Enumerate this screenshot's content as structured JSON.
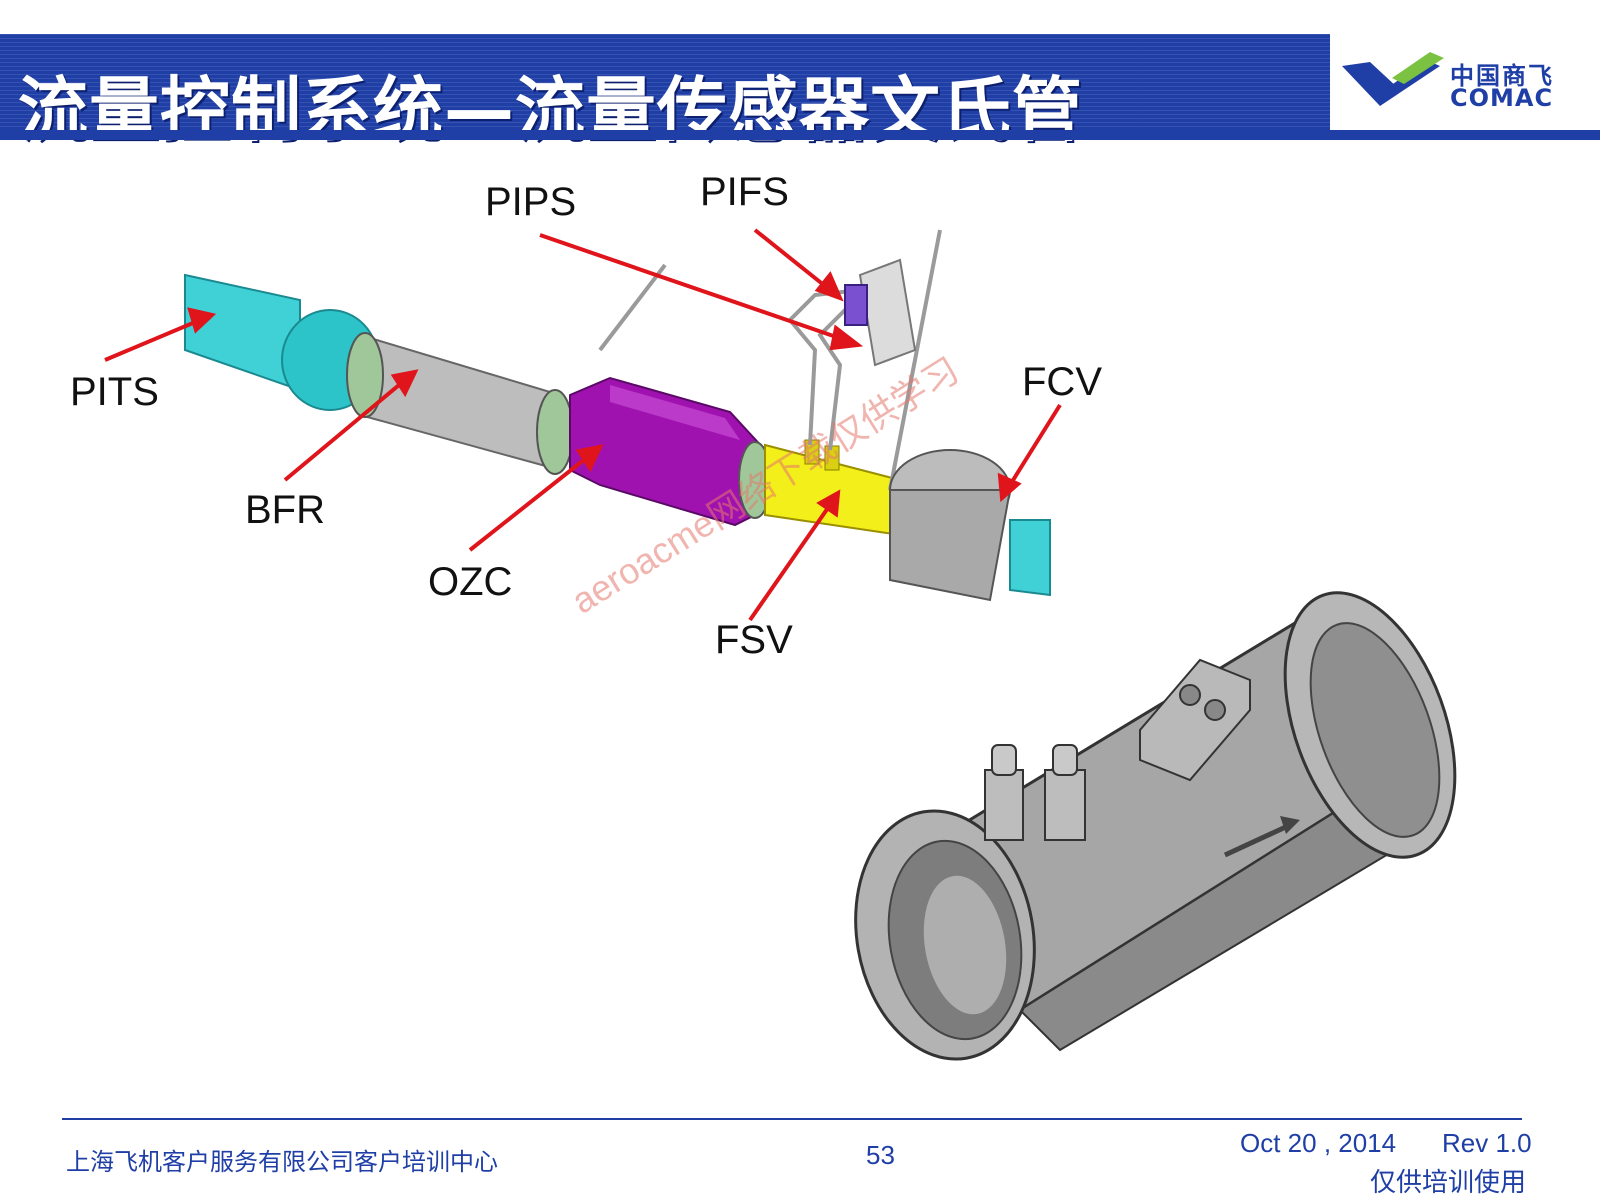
{
  "slide": {
    "title": "流量控制系统—流量传感器文氏管",
    "page_number": "53"
  },
  "logo": {
    "cn": "中国商飞",
    "en": "COMAC",
    "colors": {
      "primary": "#1f3fa6",
      "accent": "#7cc242"
    }
  },
  "callouts": {
    "pips": "PIPS",
    "pifs": "PIFS",
    "pits": "PITS",
    "bfr": "BFR",
    "ozc": "OZC",
    "fsv": "FSV",
    "fcv": "FCV"
  },
  "watermark": "aeroacme网络下载仅供学习",
  "footer": {
    "organization": "上海飞机客户服务有限公司客户培训中心",
    "date": "Oct 20 , 2014",
    "revision": "Rev 1.0",
    "note": "仅供培训使用"
  },
  "colors": {
    "title_bar": "#1f3fa6",
    "callout_arrow": "#e0141b",
    "duct_cyan": "#3fd1d6",
    "ozc_purple": "#a012b0",
    "fsv_yellow": "#f2ef1a",
    "venturi_gray": "#9a9a9a"
  }
}
